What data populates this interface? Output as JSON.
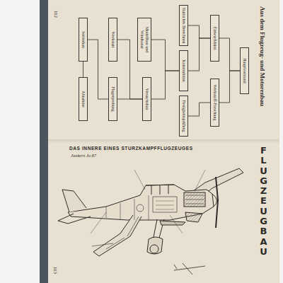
{
  "diagram": {
    "title": "Aus dem Flugzeug- und Motorenbau",
    "nodes": [
      {
        "text": [
          "Hauptvorstand"
        ]
      },
      {
        "text": [
          "Entwurfsbüro"
        ]
      },
      {
        "text": [
          "Werkstoff-Forschung"
        ]
      },
      {
        "text": [
          "Statisches Berechnen"
        ]
      },
      {
        "text": [
          "Konstruktion"
        ]
      },
      {
        "text": [
          "Festigkeitsprüfung"
        ]
      },
      {
        "text": [
          "Modellbau und Windkanal"
        ]
      },
      {
        "text": [
          "Versuchsbau"
        ]
      },
      {
        "text": [
          "Werkstatt"
        ]
      },
      {
        "text": [
          "Flugerprobung"
        ]
      },
      {
        "text": [
          "Serienbau"
        ]
      },
      {
        "text": [
          "Abnahme"
        ]
      }
    ],
    "edges": [
      {
        "from": 0,
        "to": 1,
        "arrow": "none"
      },
      {
        "from": 0,
        "to": 2,
        "arrow": "none"
      },
      {
        "from": 1,
        "to": 3,
        "arrow": "none"
      },
      {
        "from": 1,
        "to": 4,
        "arrow": "none"
      },
      {
        "from": 2,
        "to": 5,
        "arrow": "none"
      },
      {
        "from": 4,
        "to": 6,
        "arrow": "none"
      },
      {
        "from": 4,
        "to": 7,
        "arrow": "none"
      },
      {
        "from": 7,
        "to": 8,
        "arrow": "none"
      },
      {
        "from": 7,
        "to": 9,
        "arrow": "none"
      },
      {
        "from": 9,
        "to": 10,
        "arrow": "none"
      },
      {
        "from": 10,
        "to": 11,
        "arrow": "none"
      }
    ],
    "labels": [
      "112",
      "113",
      "DAS INNERE EINES STURZKAMPFFLUGZEUGES",
      "Junkers Ju 87",
      "FLUGZEUGBAU"
    ]
  }
}
